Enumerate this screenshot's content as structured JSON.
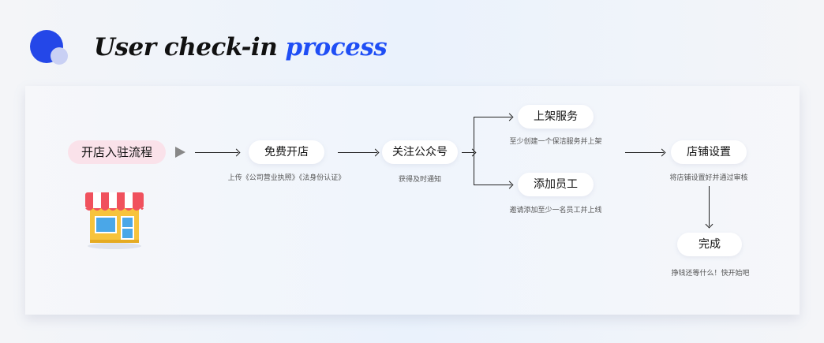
{
  "header": {
    "title_main": "User check-in ",
    "title_accent": "process"
  },
  "flow": {
    "start": {
      "label": "开店入驻流程"
    },
    "steps": [
      {
        "label": "免费开店",
        "note": "上传《公司营业执照》《法身份认证》"
      },
      {
        "label": "关注公众号",
        "note": "获得及时通知"
      },
      {
        "label": "上架服务",
        "note": "至少创建一个保洁服务并上架"
      },
      {
        "label": "添加员工",
        "note": "邀请添加至少一名员工并上线"
      },
      {
        "label": "店铺设置",
        "note": "将店铺设置好并通过审核"
      },
      {
        "label": "完成",
        "note": "挣钱还等什么！快开始吧"
      }
    ]
  },
  "icons": {
    "play": "play-icon",
    "store": "store-icon"
  },
  "colors": {
    "accent": "#1f4ef5",
    "logo_dot": "#2447e8",
    "start_pill": "#fae2ea",
    "store_awning_red": "#f0515d",
    "store_body": "#f7c33c",
    "store_window": "#4aa7e8"
  }
}
